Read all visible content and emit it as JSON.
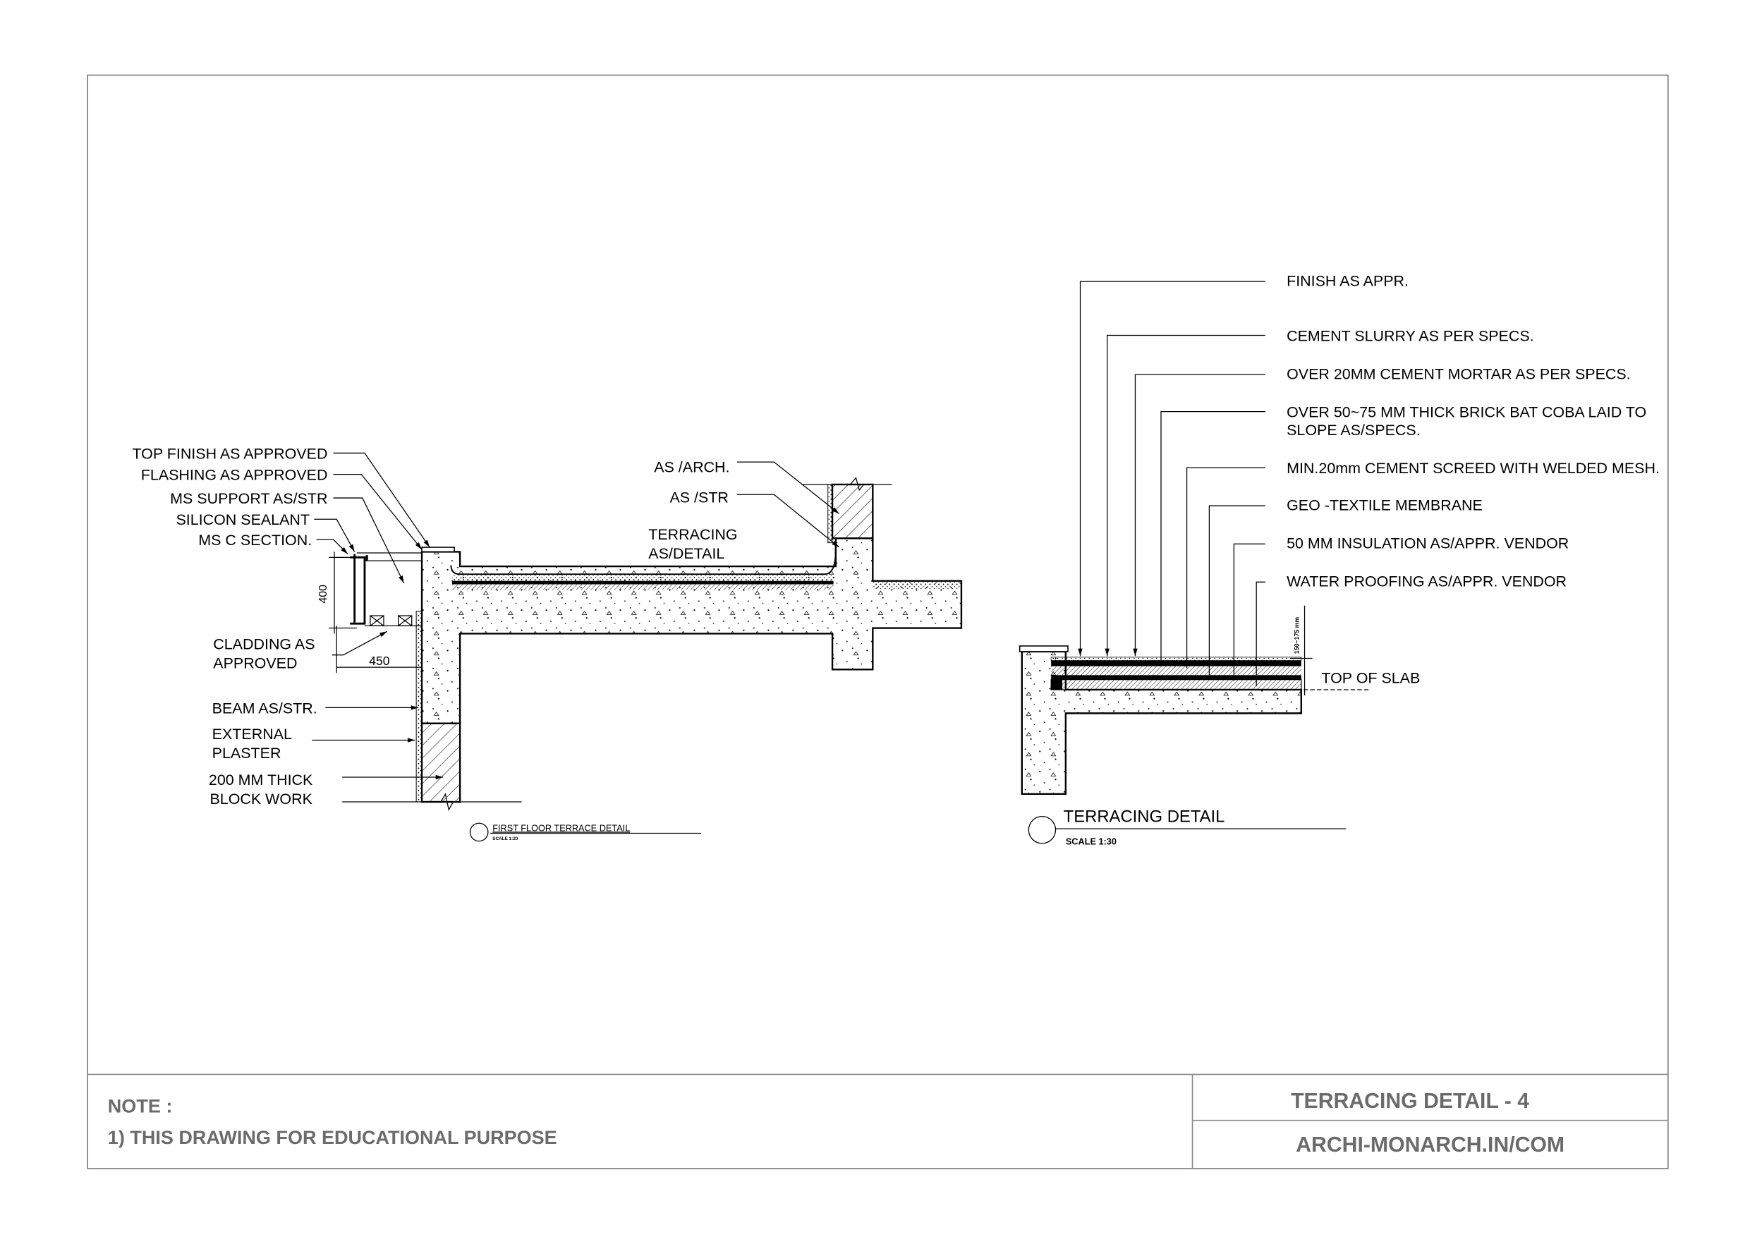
{
  "first_floor_detail": {
    "labels": {
      "top_finish": "TOP FINISH AS APPROVED",
      "flashing": "FLASHING AS APPROVED",
      "ms_support": "MS SUPPORT AS/STR",
      "silicon_sealant": "SILICON SEALANT",
      "ms_c_section": "MS C SECTION.",
      "cladding_1": "CLADDING AS",
      "cladding_2": "APPROVED",
      "beam": "BEAM AS/STR.",
      "plaster_1": "EXTERNAL",
      "plaster_2": "PLASTER",
      "block_1": "200 MM THICK",
      "block_2": "BLOCK WORK",
      "as_arch": "AS /ARCH.",
      "as_str": "AS /STR",
      "terracing_1": "TERRACING",
      "terracing_2": "AS/DETAIL"
    },
    "dimensions": {
      "height": "400",
      "width": "450"
    },
    "title": "FIRST FLOOR TERRACE DETAIL",
    "scale": "SCALE 1:20"
  },
  "terracing_detail": {
    "layers": [
      "FINISH AS APPR.",
      "CEMENT SLURRY AS PER SPECS.",
      "OVER 20MM CEMENT MORTAR AS PER SPECS.",
      "OVER 50~75 MM THICK BRICK BAT COBA LAID TO",
      "MIN.20mm CEMENT SCREED WITH WELDED MESH.",
      "GEO -TEXTILE MEMBRANE",
      "50 MM INSULATION AS/APPR. VENDOR",
      "WATER PROOFING AS/APPR. VENDOR"
    ],
    "layer_continuation": "SLOPE AS/SPECS.",
    "dimension": "150~175 mm",
    "top_of_slab": "TOP OF SLAB",
    "title": "TERRACING DETAIL",
    "scale": "SCALE 1:30"
  },
  "title_block": {
    "note_heading": "NOTE :",
    "note_1": "1) THIS DRAWING FOR EDUCATIONAL PURPOSE",
    "sheet_title": "TERRACING DETAIL - 4",
    "website": "ARCHI-MONARCH.IN/COM"
  }
}
